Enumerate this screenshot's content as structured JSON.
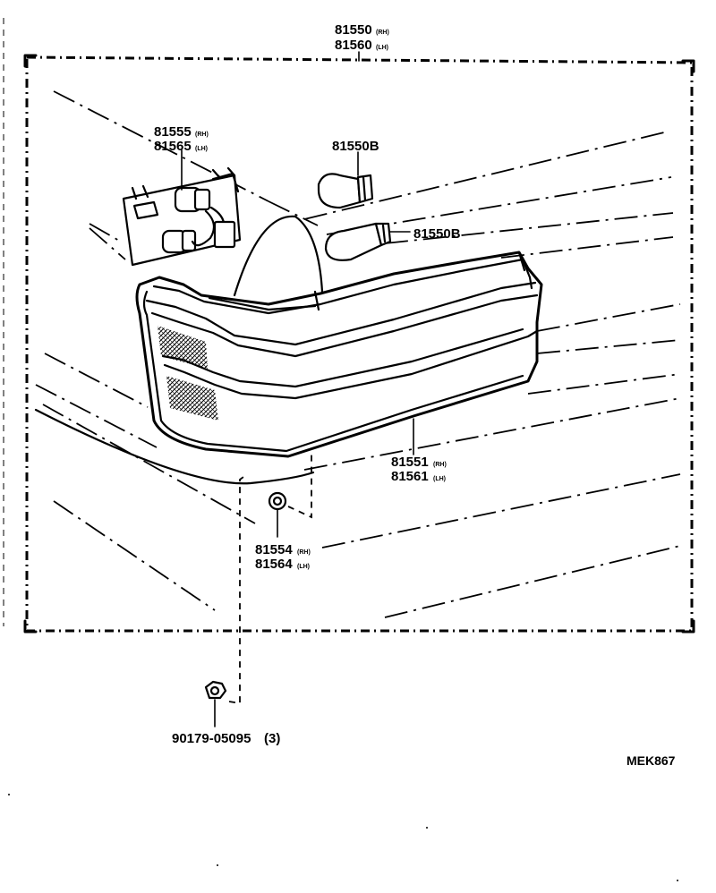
{
  "labels": {
    "assembly_rh": "81550",
    "assembly_rh_suffix": "(RH)",
    "assembly_lh": "81560",
    "assembly_lh_suffix": "(LH)",
    "socket_rh": "81555",
    "socket_rh_suffix": "(RH)",
    "socket_lh": "81565",
    "socket_lh_suffix": "(LH)",
    "bulb_top": "81550B",
    "bulb_right": "81550B",
    "lens_rh": "81551",
    "lens_rh_suffix": "(RH)",
    "lens_lh": "81561",
    "lens_lh_suffix": "(LH)",
    "gasket_rh": "81554",
    "gasket_rh_suffix": "(RH)",
    "gasket_lh": "81564",
    "gasket_lh_suffix": "(LH)",
    "nut": "90179-05095",
    "nut_qty": "(3)",
    "ref_code": "MEK867"
  }
}
